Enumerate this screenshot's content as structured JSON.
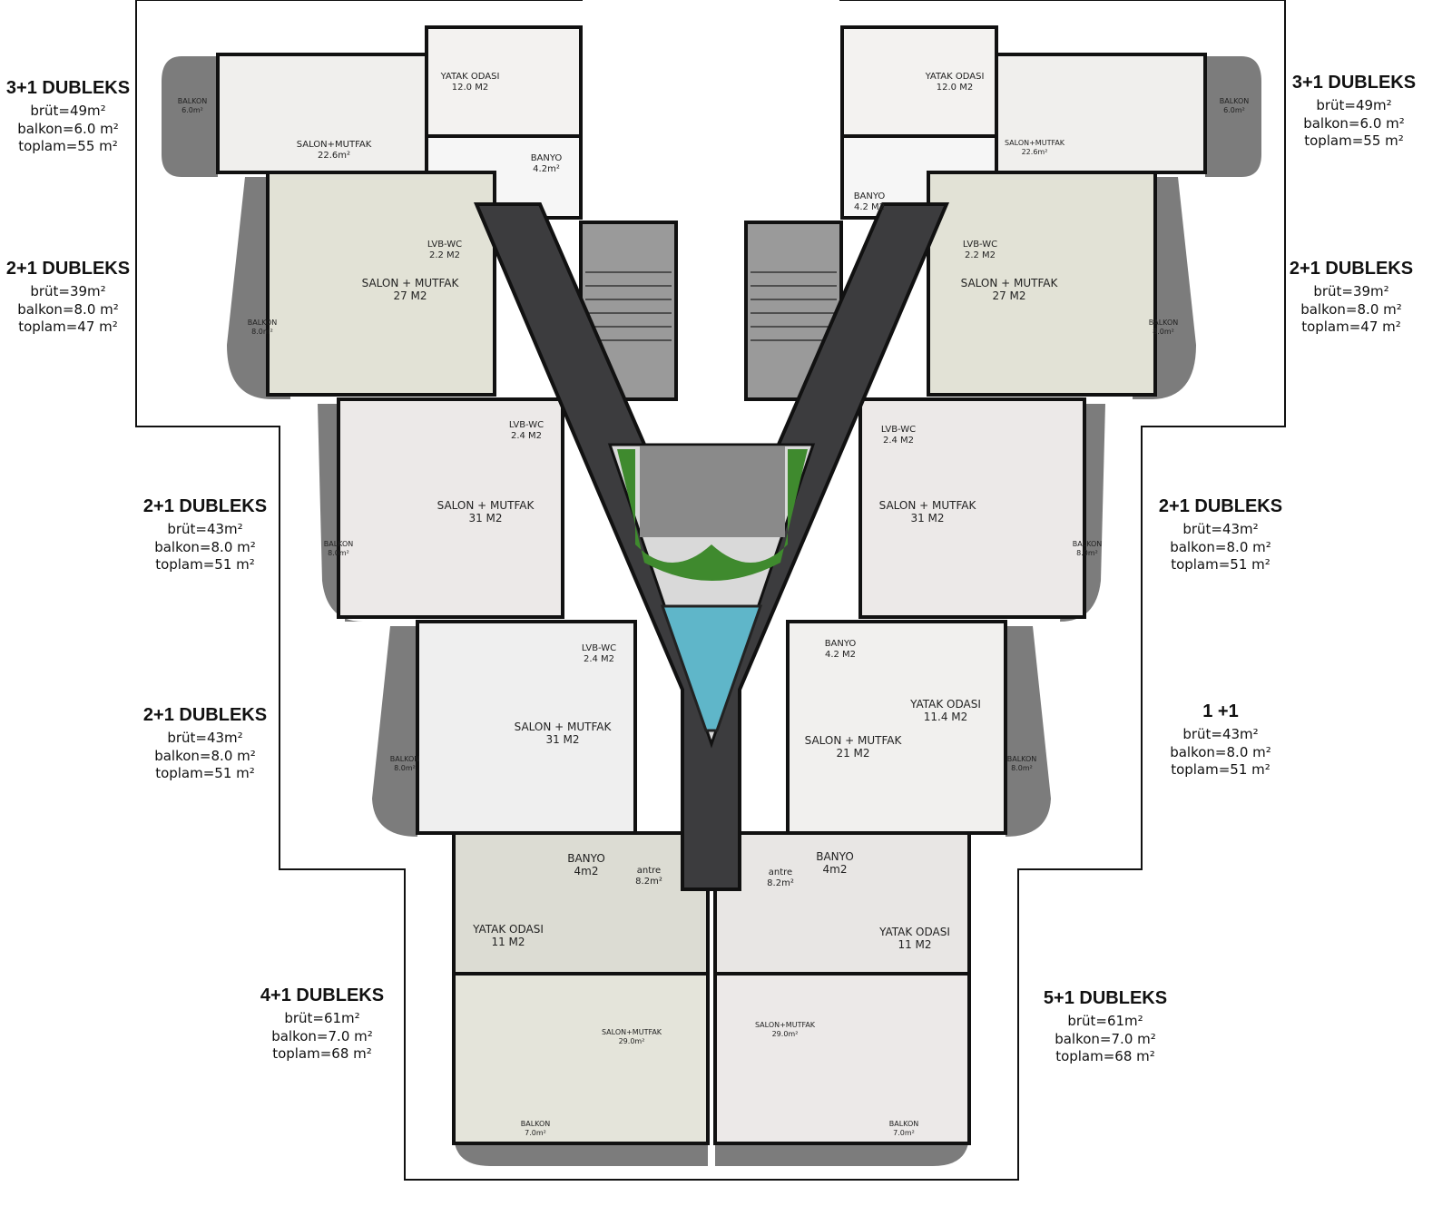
{
  "units": [
    {
      "title": "3+1 DUBLEKS",
      "brut": "brüt=49m²",
      "balkon": "balkon=6.0 m²",
      "toplam": "toplam=55 m²"
    },
    {
      "title": "2+1 DUBLEKS",
      "brut": "brüt=39m²",
      "balkon": "balkon=8.0 m²",
      "toplam": "toplam=47 m²"
    },
    {
      "title": "2+1 DUBLEKS",
      "brut": "brüt=43m²",
      "balkon": "balkon=8.0 m²",
      "toplam": "toplam=51 m²"
    },
    {
      "title": "2+1 DUBLEKS",
      "brut": "brüt=43m²",
      "balkon": "balkon=8.0 m²",
      "toplam": "toplam=51 m²"
    },
    {
      "title": "4+1 DUBLEKS",
      "brut": "brüt=61m²",
      "balkon": "balkon=7.0 m²",
      "toplam": "toplam=68 m²"
    },
    {
      "title": "3+1 DUBLEKS",
      "brut": "brüt=49m²",
      "balkon": "balkon=6.0 m²",
      "toplam": "toplam=55 m²"
    },
    {
      "title": "2+1 DUBLEKS",
      "brut": "brüt=39m²",
      "balkon": "balkon=8.0 m²",
      "toplam": "toplam=47 m²"
    },
    {
      "title": "2+1 DUBLEKS",
      "brut": "brüt=43m²",
      "balkon": "balkon=8.0 m²",
      "toplam": "toplam=51 m²"
    },
    {
      "title": "1 +1",
      "brut": "brüt=43m²",
      "balkon": "balkon=8.0 m²",
      "toplam": "toplam=51 m²"
    },
    {
      "title": "5+1 DUBLEKS",
      "brut": "brüt=61m²",
      "balkon": "balkon=7.0 m²",
      "toplam": "toplam=68 m²"
    }
  ],
  "rooms": [
    {
      "name": "BALKON",
      "area": "6.0m²"
    },
    {
      "name": "SALON+MUTFAK",
      "area": "22.6m²"
    },
    {
      "name": "YATAK ODASI",
      "area": "12.0 M2"
    },
    {
      "name": "BANYO",
      "area": "4.2m²"
    },
    {
      "name": "LVB-WC",
      "area": "2.2 M2"
    },
    {
      "name": "SALON + MUTFAK",
      "area": "27 M2"
    },
    {
      "name": "BALKON",
      "area": "8.0m²"
    },
    {
      "name": "LVB-WC",
      "area": "2.4 M2"
    },
    {
      "name": "SALON + MUTFAK",
      "area": "31 M2"
    },
    {
      "name": "BALKON",
      "area": "8.0m²"
    },
    {
      "name": "LVB-WC",
      "area": "2.4 M2"
    },
    {
      "name": "SALON + MUTFAK",
      "area": "31 M2"
    },
    {
      "name": "BALKON",
      "area": "8.0m²"
    },
    {
      "name": "BANYO",
      "area": "4m2"
    },
    {
      "name": "antre",
      "area": "8.2m²"
    },
    {
      "name": "YATAK ODASI",
      "area": "11 M2"
    },
    {
      "name": "SALON+MUTFAK",
      "area": "29.0m²"
    },
    {
      "name": "BALKON",
      "area": "7.0m²"
    },
    {
      "name": "antre",
      "area": "8.2m²"
    },
    {
      "name": "BANYO",
      "area": "4m2"
    },
    {
      "name": "YATAK ODASI",
      "area": "11 M2"
    },
    {
      "name": "SALON+MUTFAK",
      "area": "29.0m²"
    },
    {
      "name": "BALKON",
      "area": "7.0m²"
    },
    {
      "name": "BANYO",
      "area": "4.2 M2"
    },
    {
      "name": "YATAK ODASI",
      "area": "11.4 M2"
    },
    {
      "name": "SALON + MUTFAK",
      "area": "21 M2"
    },
    {
      "name": "BALKON",
      "area": "8.0m²"
    },
    {
      "name": "LVB-WC",
      "area": "2.4 M2"
    },
    {
      "name": "SALON + MUTFAK",
      "area": "31 M2"
    },
    {
      "name": "BALKON",
      "area": "8.0m²"
    },
    {
      "name": "LVB-WC",
      "area": "2.2 M2"
    },
    {
      "name": "SALON + MUTFAK",
      "area": "27 M2"
    },
    {
      "name": "BALKON",
      "area": "8.0m²"
    },
    {
      "name": "YATAK ODASI",
      "area": "12.0 M2"
    },
    {
      "name": "SALON+MUTFAK",
      "area": "22.6m²"
    },
    {
      "name": "BANYO",
      "area": "4.2 M2"
    },
    {
      "name": "BALKON",
      "area": "6.0m²"
    }
  ],
  "colors": {
    "corridor": "#3c3c3e",
    "balcony": "#7c7c7c",
    "wall": "#111111",
    "floor_light": "#f0efed",
    "floor_sage": "#e2e2d6",
    "pool": "#5fb6c9",
    "grass": "#3f8a2e"
  }
}
